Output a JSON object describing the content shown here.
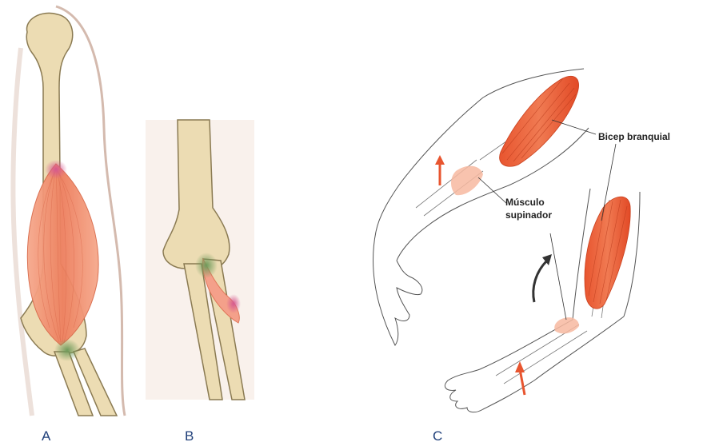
{
  "panels": {
    "a": {
      "label": "A"
    },
    "b": {
      "label": "B"
    },
    "c": {
      "label": "C"
    }
  },
  "callouts": {
    "biceps": "Bicep branquial",
    "supinator_line1": "Músculo",
    "supinator_line2": "supinador"
  },
  "colors": {
    "bone": "#ecdcb3",
    "bone_outline": "#8a7a52",
    "muscle": "#f08a6a",
    "muscle_dark": "#e0522e",
    "attachment_pink": "#d86b9a",
    "attachment_green": "#7fa06a",
    "skin_shadow": "#d9bfb0",
    "label_blue": "#1f3f7a"
  }
}
